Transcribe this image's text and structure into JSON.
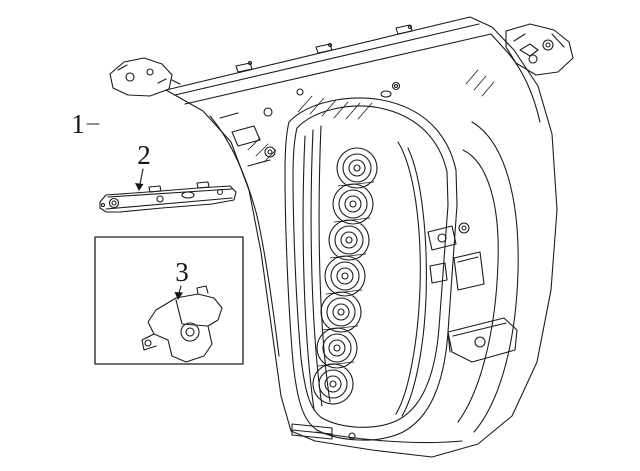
{
  "diagram": {
    "type": "exploded-parts-diagram",
    "subject": "Headlamp assembly with mounting brackets",
    "background_color": "#ffffff",
    "line_color": "#1c1c1c",
    "callouts": [
      {
        "label": "1",
        "points_to": "headlamp-assembly"
      },
      {
        "label": "2",
        "points_to": "headlamp-rail-bracket"
      },
      {
        "label": "3",
        "points_to": "headlamp-mount-bracket"
      }
    ]
  }
}
